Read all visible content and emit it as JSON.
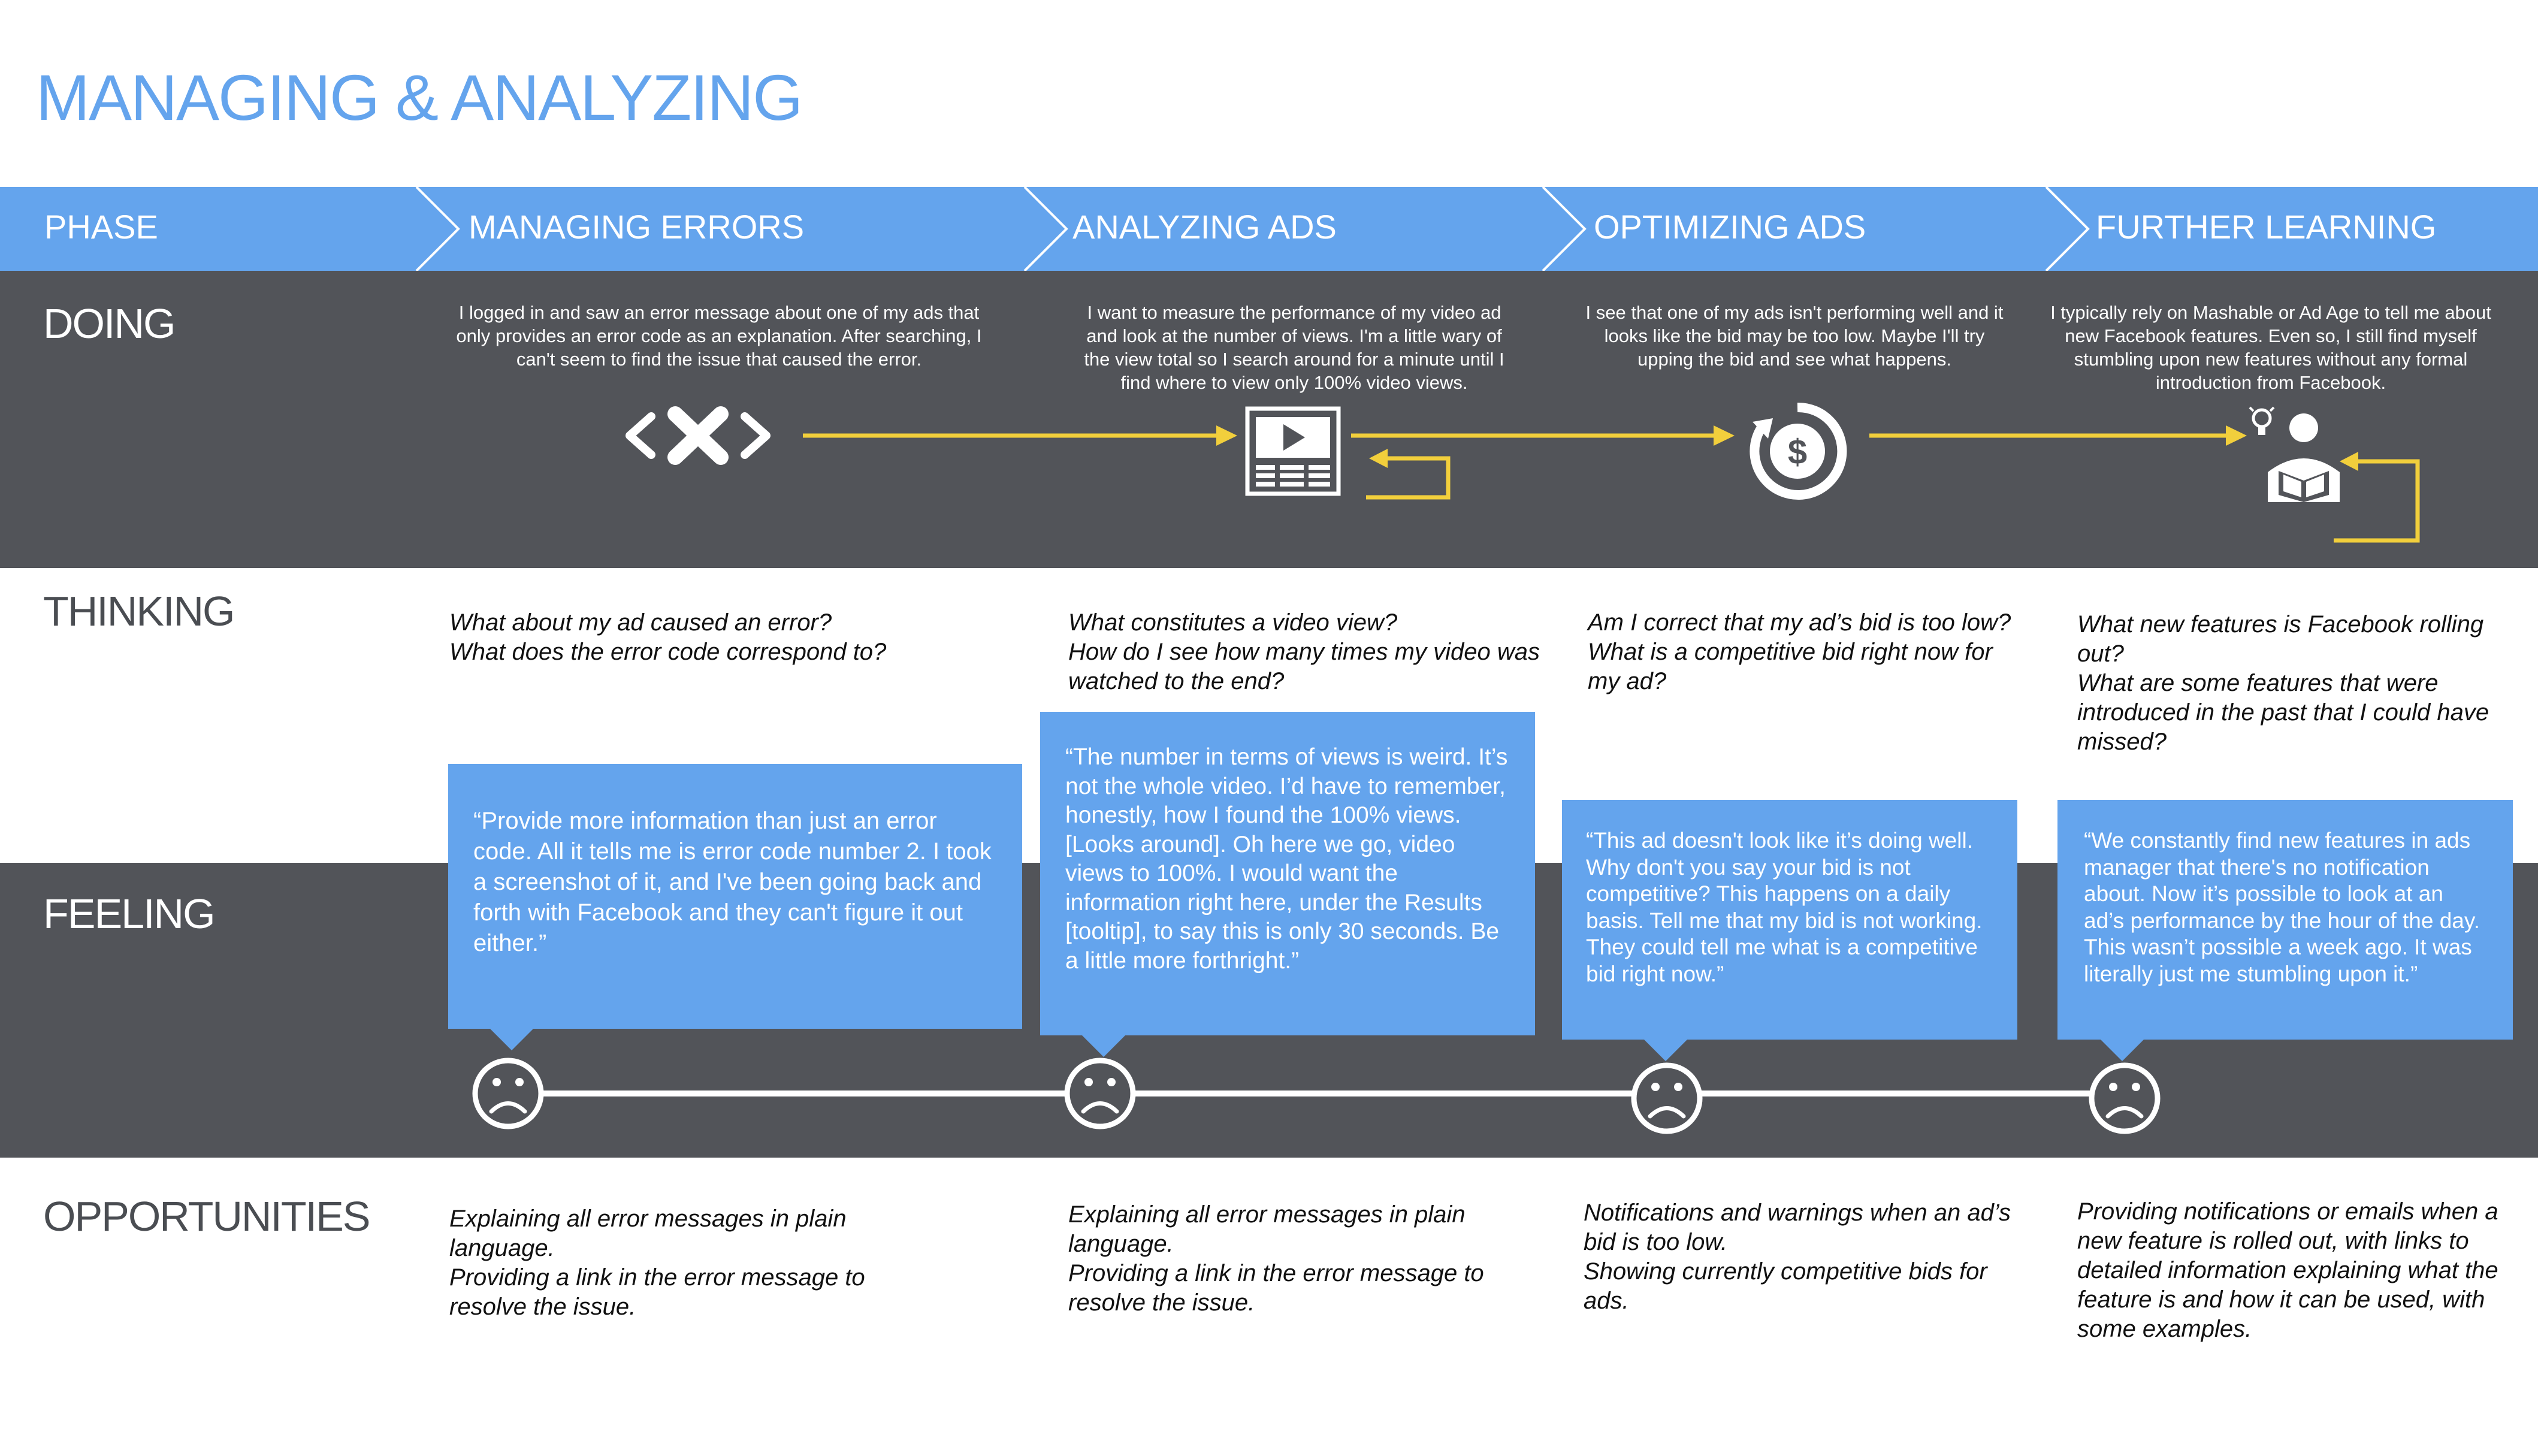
{
  "title": "MANAGING & ANALYZING",
  "phases": {
    "header": "PHASE",
    "items": [
      "MANAGING ERRORS",
      "ANALYZING ADS",
      "OPTIMIZING ADS",
      "FURTHER LEARNING"
    ]
  },
  "rows": {
    "doing": "DOING",
    "thinking": "THINKING",
    "feeling": "FEELING",
    "opportunities": "OPPORTUNITIES"
  },
  "doing": [
    "I logged in and saw an error message about one of my ads that only provides an error code as an explanation. After searching, I can't seem to find the issue that caused the error.",
    "I want to measure the performance of my video ad and look at the number of views. I'm a little wary of the view total so I search around for a minute until I find where to view only 100% video views.",
    "I see that one of my ads isn't performing well and it looks like the bid may be too low. Maybe I'll try upping the bid and see what happens.",
    "I typically rely on Mashable or Ad Age to tell me about new Facebook features. Even so, I still find myself stumbling upon new features without any formal introduction from Facebook."
  ],
  "thinking": [
    "What about my ad caused an error?\nWhat does the error code correspond to?",
    "What constitutes a video view?\nHow do I see how many times my video was watched to the end?",
    "Am I correct that my ad’s bid is too low?\nWhat is a competitive bid right now for my ad?",
    "What new features is Facebook rolling out?\nWhat are some features that were introduced in the past that I could have missed?"
  ],
  "feeling": [
    "“Provide more information than just an error code. All it tells me is error code number 2. I took a screenshot of it, and I've been going back and forth with Facebook and they can't figure it out either.”",
    "“The number in terms of views is weird. It’s not the whole video. I’d have to remember, honestly, how I found the 100% views. [Looks around]. Oh here we go, video views to 100%. I would want the information right here, under the Results [tooltip], to say this is only 30 seconds. Be a little more forthright.”",
    "“This ad doesn't look like it’s doing well. Why don't you say your bid is not competitive? This happens on a daily basis. Tell me that my bid is not working. They could tell me what is a competitive bid right now.”",
    "“We constantly find new features in ads manager that there's no notification about. Now it’s possible to look at an ad’s performance by the hour of the day. This wasn’t possible a week ago. It was literally just me stumbling upon it.”"
  ],
  "opportunities": [
    "Explaining all error messages in plain language.\nProviding a link in the error message to resolve the issue.",
    "Explaining all error messages in plain language.\nProviding a link in the error message to resolve the issue.",
    "Notifications and warnings when an ad’s bid is too low.\nShowing currently competitive bids for ads.",
    "Providing notifications or emails when a new feature is rolled out, with links to detailed information explaining what the feature is and how it can be used, with some examples."
  ],
  "icons": [
    "code-error-icon",
    "video-ad-icon",
    "dollar-refresh-icon",
    "reading-idea-icon"
  ],
  "emotion_icons": [
    "sad-face-icon",
    "sad-face-icon",
    "sad-face-icon",
    "sad-face-icon"
  ],
  "colors": {
    "accent_blue": "#64a4ed",
    "dark_band": "#525459",
    "arrow_yellow": "#f2cf3c",
    "white": "#ffffff"
  }
}
